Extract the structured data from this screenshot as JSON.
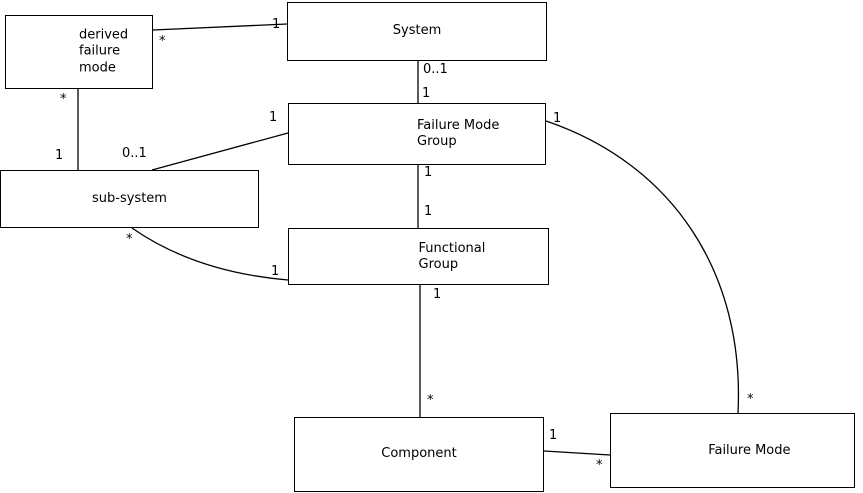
{
  "diagram": {
    "type": "uml-class-diagram",
    "colors": {
      "background": "#ffffff",
      "line": "#000000",
      "text": "#000000"
    },
    "entities": {
      "derived_failure_mode": {
        "label": "derived\nfailure\nmode"
      },
      "system": {
        "label": "System"
      },
      "failure_mode_group": {
        "label": "Failure Mode\nGroup"
      },
      "sub_system": {
        "label": "sub-system"
      },
      "functional_group": {
        "label": "Functional\nGroup"
      },
      "component": {
        "label": "Component"
      },
      "failure_mode": {
        "label": "Failure Mode"
      }
    },
    "relationships": [
      {
        "from": "derived failure mode",
        "to": "System",
        "from_multiplicity": "*",
        "to_multiplicity": "1"
      },
      {
        "from": "System",
        "to": "Failure Mode Group",
        "from_multiplicity": "0..1",
        "to_multiplicity": "1"
      },
      {
        "from": "derived failure mode",
        "to": "sub-system",
        "from_multiplicity": "*",
        "to_multiplicity": "1"
      },
      {
        "from": "sub-system",
        "to": "Failure Mode Group",
        "from_multiplicity": "0..1",
        "to_multiplicity": "1"
      },
      {
        "from": "Failure Mode Group",
        "to": "Functional Group",
        "from_multiplicity": "1",
        "to_multiplicity": "1"
      },
      {
        "from": "sub-system",
        "to": "Functional Group",
        "from_multiplicity": "*",
        "to_multiplicity": "1"
      },
      {
        "from": "Functional Group",
        "to": "Component",
        "from_multiplicity": "1",
        "to_multiplicity": "*"
      },
      {
        "from": "Component",
        "to": "Failure Mode",
        "from_multiplicity": "1",
        "to_multiplicity": "*"
      },
      {
        "from": "Failure Mode Group",
        "to": "Failure Mode",
        "from_multiplicity": "1",
        "to_multiplicity": "*"
      }
    ]
  }
}
